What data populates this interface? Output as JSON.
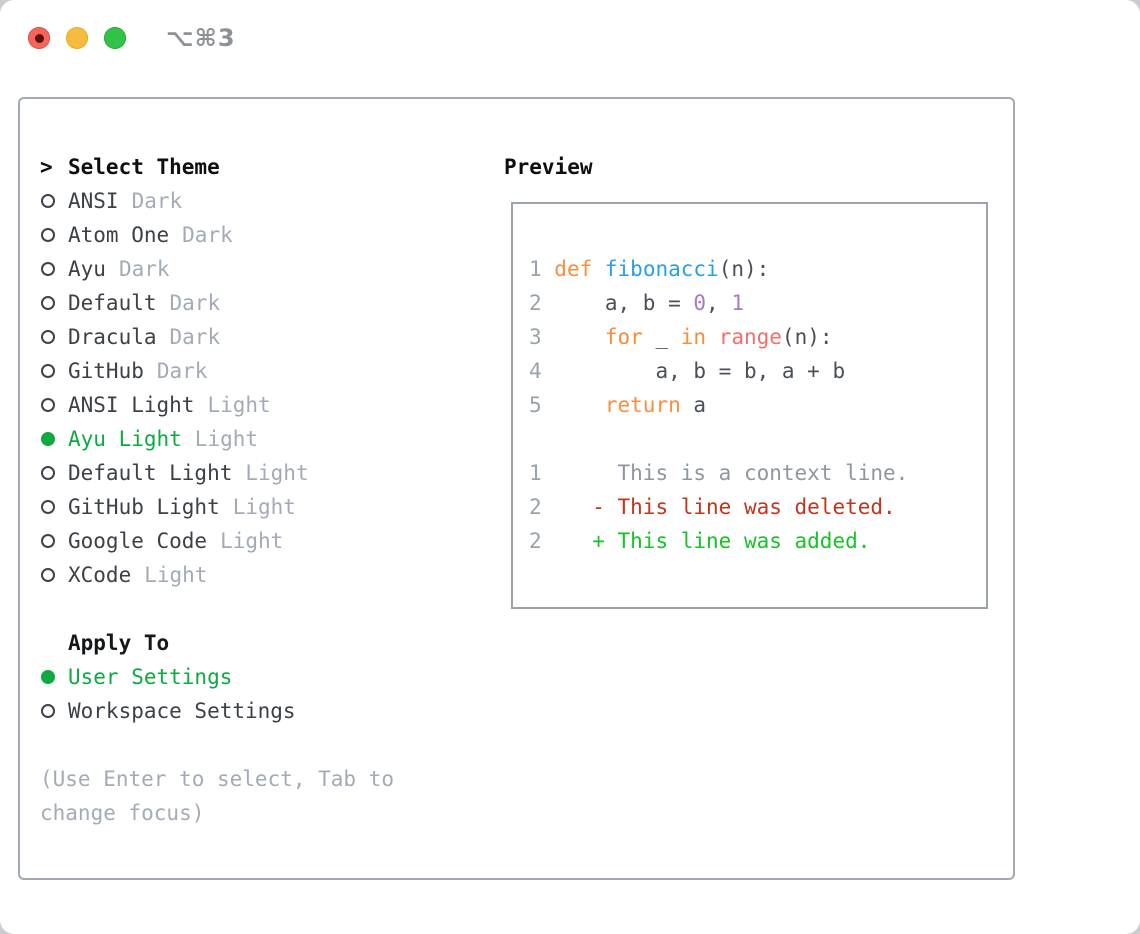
{
  "window": {
    "shortcut": "⌥⌘3",
    "traffic_lights": [
      "close",
      "minimize",
      "zoom"
    ]
  },
  "theme_picker": {
    "title_marker": ">",
    "title": "Select Theme",
    "themes": [
      {
        "name": "ANSI",
        "variant": "Dark",
        "selected": false
      },
      {
        "name": "Atom One",
        "variant": "Dark",
        "selected": false
      },
      {
        "name": "Ayu",
        "variant": "Dark",
        "selected": false
      },
      {
        "name": "Default",
        "variant": "Dark",
        "selected": false
      },
      {
        "name": "Dracula",
        "variant": "Dark",
        "selected": false
      },
      {
        "name": "GitHub",
        "variant": "Dark",
        "selected": false
      },
      {
        "name": "ANSI Light",
        "variant": "Light",
        "selected": false
      },
      {
        "name": "Ayu Light",
        "variant": "Light",
        "selected": true
      },
      {
        "name": "Default Light",
        "variant": "Light",
        "selected": false
      },
      {
        "name": "GitHub Light",
        "variant": "Light",
        "selected": false
      },
      {
        "name": "Google Code",
        "variant": "Light",
        "selected": false
      },
      {
        "name": "XCode",
        "variant": "Light",
        "selected": false
      }
    ],
    "apply_to": {
      "title": "Apply To",
      "options": [
        {
          "label": "User Settings",
          "selected": true
        },
        {
          "label": "Workspace Settings",
          "selected": false
        }
      ]
    },
    "help_lines": [
      "(Use Enter to select, Tab to",
      "change focus)"
    ]
  },
  "preview": {
    "title": "Preview",
    "code_lines": [
      {
        "segments": [
          {
            "t": "1 ",
            "c": "ln"
          },
          {
            "t": "def",
            "c": "kw"
          },
          {
            "t": " ",
            "c": "fg"
          },
          {
            "t": "fibonacci",
            "c": "fn"
          },
          {
            "t": "(n):",
            "c": "fg"
          }
        ]
      },
      {
        "segments": [
          {
            "t": "2 ",
            "c": "ln"
          },
          {
            "t": "    a, b = ",
            "c": "fg"
          },
          {
            "t": "0",
            "c": "num"
          },
          {
            "t": ", ",
            "c": "fg"
          },
          {
            "t": "1",
            "c": "num"
          }
        ]
      },
      {
        "segments": [
          {
            "t": "3 ",
            "c": "ln"
          },
          {
            "t": "    ",
            "c": "fg"
          },
          {
            "t": "for",
            "c": "kw"
          },
          {
            "t": " _ ",
            "c": "fg"
          },
          {
            "t": "in",
            "c": "kw"
          },
          {
            "t": " ",
            "c": "fg"
          },
          {
            "t": "range",
            "c": "call"
          },
          {
            "t": "(n):",
            "c": "fg"
          }
        ]
      },
      {
        "segments": [
          {
            "t": "4 ",
            "c": "ln"
          },
          {
            "t": "        a, b = b, a + b",
            "c": "fg"
          }
        ]
      },
      {
        "segments": [
          {
            "t": "5 ",
            "c": "ln"
          },
          {
            "t": "    ",
            "c": "fg"
          },
          {
            "t": "return",
            "c": "kw"
          },
          {
            "t": " a",
            "c": "fg"
          }
        ]
      },
      {
        "segments": []
      },
      {
        "segments": [
          {
            "t": "1 ",
            "c": "ln"
          },
          {
            "t": "     This is a context line.",
            "c": "ctx"
          }
        ]
      },
      {
        "segments": [
          {
            "t": "2 ",
            "c": "ln"
          },
          {
            "t": "   - This line was deleted.",
            "c": "del"
          }
        ]
      },
      {
        "segments": [
          {
            "t": "2 ",
            "c": "ln"
          },
          {
            "t": "   + This line was added.",
            "c": "add"
          }
        ]
      }
    ]
  },
  "colors": {
    "selection_green": "#0caa41",
    "keyword_orange": "#fa8d3e",
    "function_blue": "#2b9fe3",
    "number_purple": "#a37acc",
    "builtin_coral": "#f0706c",
    "diff_deleted_red": "#c4341b",
    "diff_added_green": "#17c327",
    "muted_gray": "#a2abb6",
    "panel_border": "#a3aab4",
    "traffic_red": "#f4655c",
    "traffic_yellow": "#f7bb3d",
    "traffic_green": "#33c248"
  }
}
